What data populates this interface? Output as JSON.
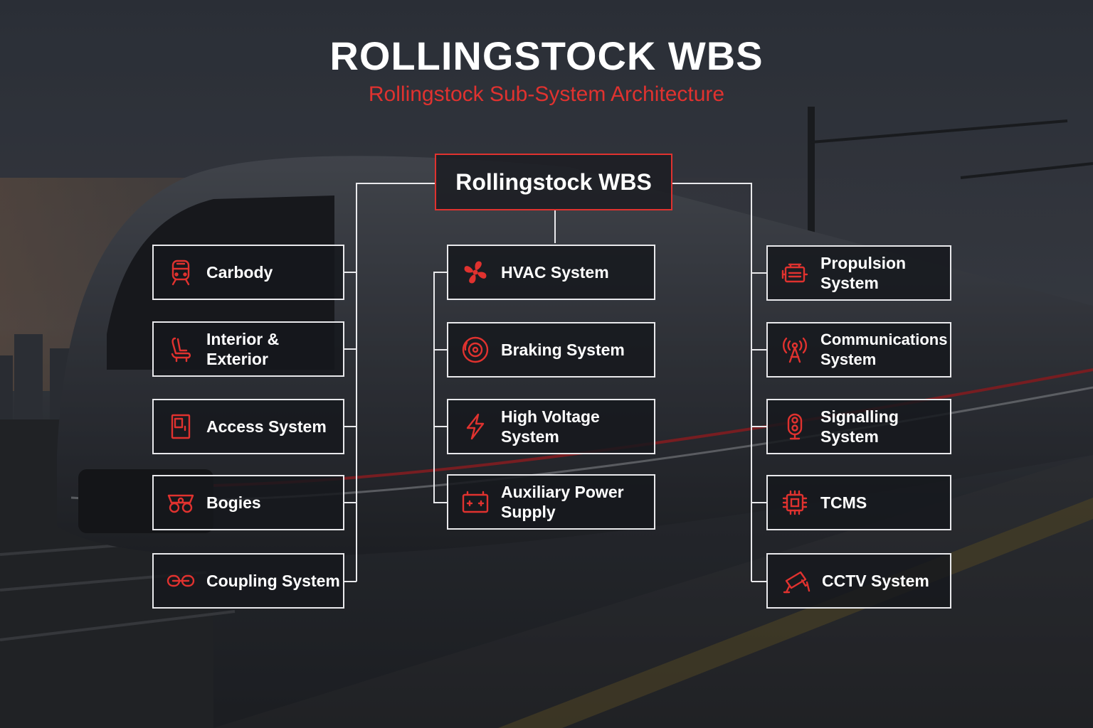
{
  "header": {
    "title": "ROLLINGSTOCK WBS",
    "subtitle": "Rollingstock Sub-System Architecture"
  },
  "root": {
    "label": "Rollingstock WBS"
  },
  "colors": {
    "accent": "#e0322f",
    "text": "#ffffff",
    "border": "#e9e9ec"
  },
  "left_column": [
    {
      "label": "Carbody",
      "icon": "train-front-icon"
    },
    {
      "label": "Interior & Exterior",
      "icon": "seat-icon"
    },
    {
      "label": "Access System",
      "icon": "door-icon"
    },
    {
      "label": "Bogies",
      "icon": "bogie-icon"
    },
    {
      "label": "Coupling System",
      "icon": "coupler-icon"
    }
  ],
  "middle_column": [
    {
      "label": "HVAC System",
      "icon": "fan-icon"
    },
    {
      "label": "Braking System",
      "icon": "brake-disc-icon"
    },
    {
      "label": "High Voltage System",
      "icon": "lightning-icon"
    },
    {
      "label": "Auxiliary Power Supply",
      "icon": "battery-icon"
    }
  ],
  "right_column": [
    {
      "label": "Propulsion System",
      "icon": "motor-icon"
    },
    {
      "label": "Communications System",
      "icon": "antenna-icon"
    },
    {
      "label": "Signalling System",
      "icon": "signal-light-icon"
    },
    {
      "label": "TCMS",
      "icon": "chip-icon"
    },
    {
      "label": "CCTV System",
      "icon": "camera-icon"
    }
  ]
}
